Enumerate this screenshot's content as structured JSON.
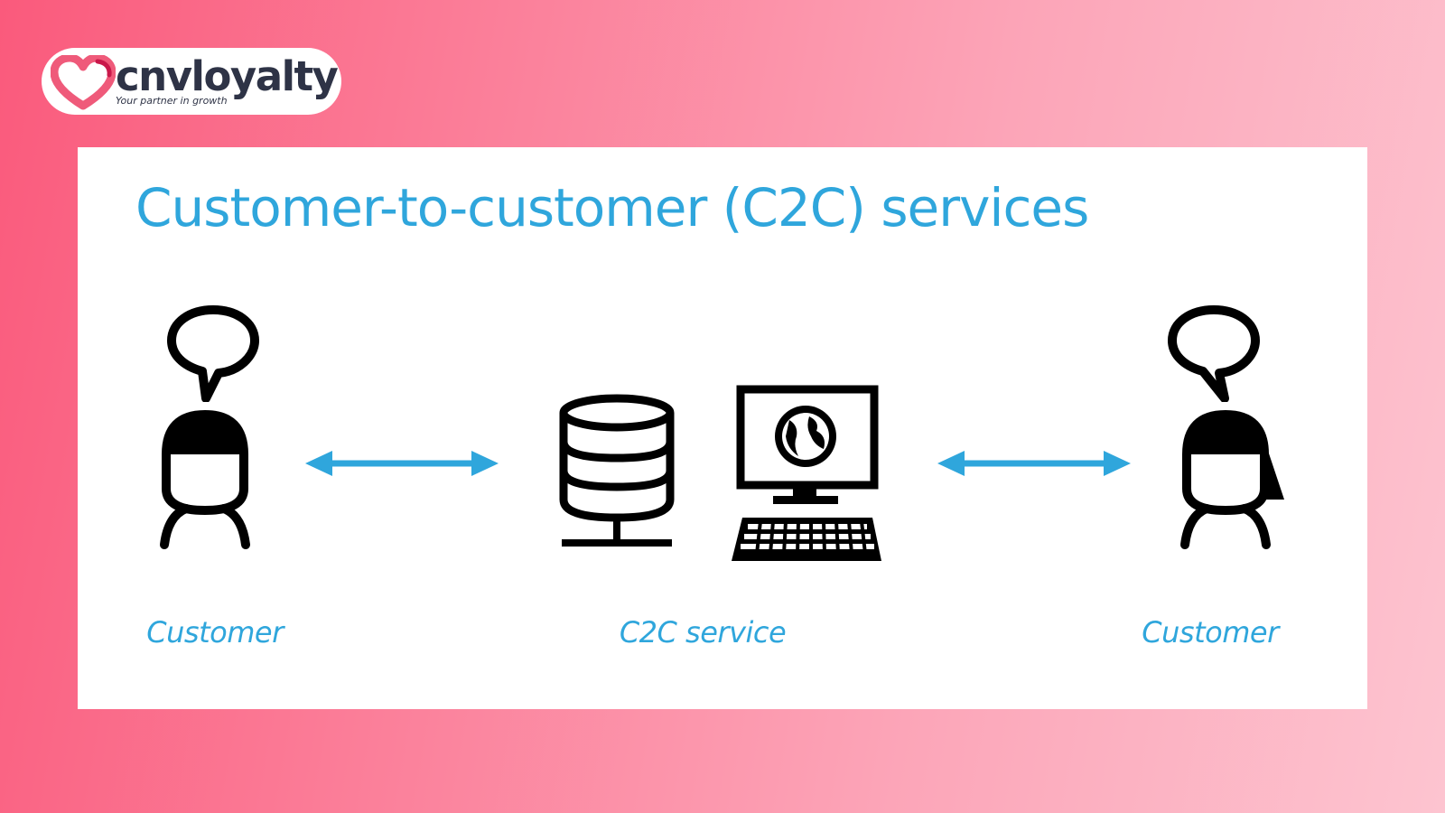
{
  "logo": {
    "name": "cnvloyalty",
    "tagline": "Your partner in growth",
    "heart_colors": [
      "#ef5a7a",
      "#c9184a"
    ]
  },
  "diagram": {
    "title": "Customer-to-customer (C2C) services",
    "accent_color": "#2fa6dc",
    "nodes": [
      {
        "label": "Customer",
        "icons": [
          "speech-bubble-icon",
          "person-icon"
        ]
      },
      {
        "label": "C2C service",
        "icons": [
          "database-server-icon",
          "computer-globe-icon"
        ]
      },
      {
        "label": "Customer",
        "icons": [
          "speech-bubble-icon",
          "person-icon"
        ]
      }
    ],
    "connectors": [
      "double-arrow-icon",
      "double-arrow-icon"
    ]
  }
}
